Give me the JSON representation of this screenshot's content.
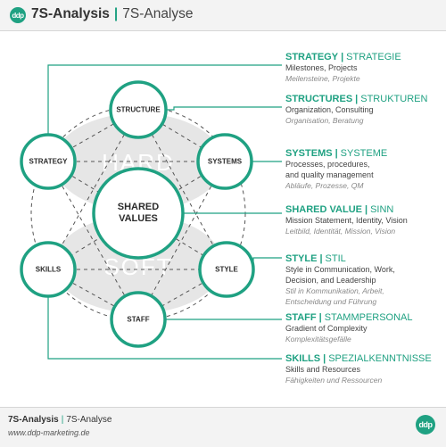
{
  "header": {
    "logo": "ddp",
    "title_en": "7S-Analysis",
    "separator": "|",
    "title_de": "7S-Analyse"
  },
  "footer": {
    "title_en": "7S-Analysis",
    "separator": "|",
    "title_de": "7S-Analyse",
    "url": "www.ddp-marketing.de",
    "logo": "ddp"
  },
  "diagram": {
    "hard_label": "HARD",
    "soft_label": "SOFT",
    "nodes": {
      "structure": "STRUCTURE",
      "strategy": "STRATEGY",
      "systems": "SYSTEMS",
      "shared_values_1": "SHARED",
      "shared_values_2": "VALUES",
      "skills": "SKILLS",
      "style": "STYLE",
      "staff": "STAFF"
    }
  },
  "legend": [
    {
      "title_en": "STRATEGY",
      "title_de": "STRATEGIE",
      "en": [
        "Milestones, Projects"
      ],
      "de": [
        "Meilensteine, Projekte"
      ]
    },
    {
      "title_en": "STRUCTURES",
      "title_de": "STRUKTUREN",
      "en": [
        "Organization, Consulting"
      ],
      "de": [
        "Organisation, Beratung"
      ]
    },
    {
      "title_en": "SYSTEMS",
      "title_de": "SYSTEME",
      "en": [
        "Processes, procedures,",
        "and quality management"
      ],
      "de": [
        "Abläufe, Prozesse, QM"
      ]
    },
    {
      "title_en": "SHARED VALUE",
      "title_de": "SINN",
      "en": [
        "Mission Statement, Identity, Vision"
      ],
      "de": [
        "Leitbild, Identität, Mission, Vision"
      ]
    },
    {
      "title_en": "STYLE",
      "title_de": "STIL",
      "en": [
        "Style in Communication, Work,",
        "Decision, and Leadership"
      ],
      "de": [
        "Stil in Kommunikation, Arbeit,",
        "Entscheidung und Führung"
      ]
    },
    {
      "title_en": "STAFF",
      "title_de": "STAMMPERSONAL",
      "en": [
        "Gradient of Complexity"
      ],
      "de": [
        "Komplexitätsgefälle"
      ]
    },
    {
      "title_en": "SKILLS",
      "title_de": "SPEZIALKENNTNISSE",
      "en": [
        "Skills and Resources"
      ],
      "de": [
        "Fähigkeiten und Ressourcen"
      ]
    }
  ],
  "colors": {
    "accent": "#1fa182",
    "ellipse": "#e6e6e6",
    "text": "#333333"
  }
}
